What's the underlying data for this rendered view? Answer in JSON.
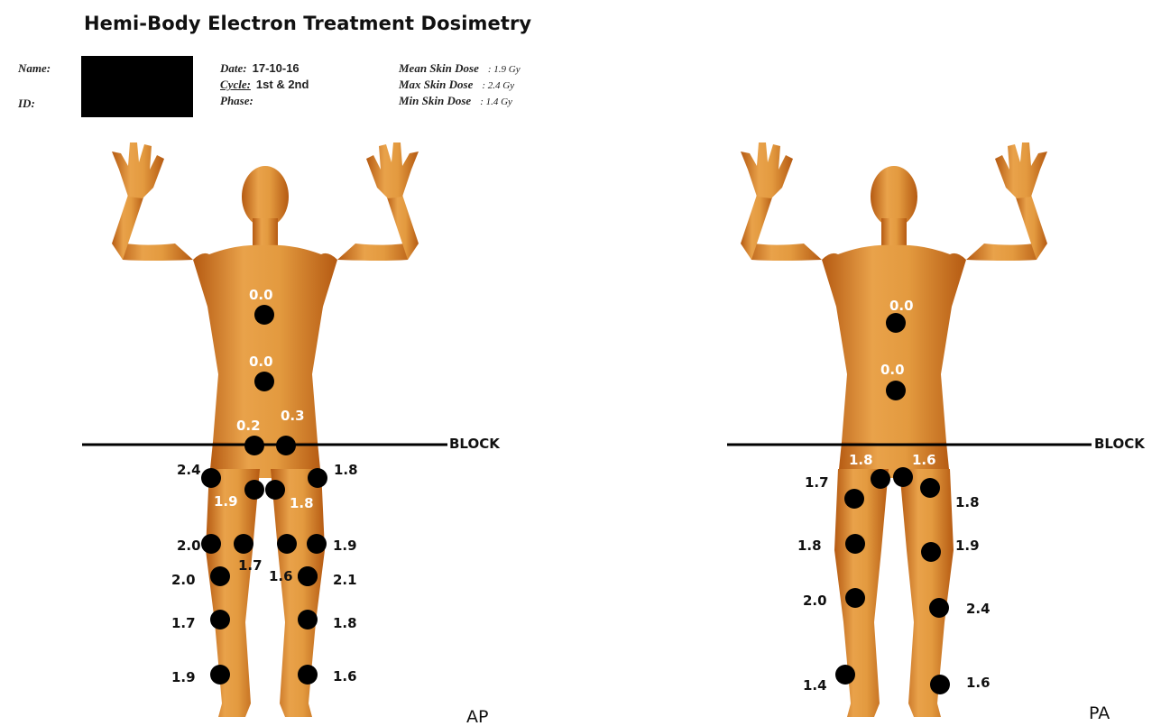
{
  "header": {
    "title": "Hemi-Body Electron Treatment  Dosimetry",
    "name_label": "Name:",
    "id_label": "ID:",
    "date_label": "Date:",
    "date_value": "17-10-16",
    "cycle_label": "Cycle:",
    "cycle_value": "1st & 2nd",
    "phase_label": "Phase:",
    "mean_label": "Mean Skin Dose",
    "mean_value": ":  1.9 Gy",
    "max_label": "Max Skin Dose",
    "max_value": ":  2.4 Gy",
    "min_label": "Min Skin Dose",
    "min_value": ":  1.4 Gy"
  },
  "colors": {
    "skin_light": "#e9a24a",
    "skin_dark": "#b55a12",
    "dot": "#000000"
  },
  "views": [
    {
      "id": "ap",
      "label": "AP",
      "block_label": "BLOCK",
      "points": [
        {
          "value": "0.0",
          "style": "light"
        },
        {
          "value": "0.0",
          "style": "light"
        },
        {
          "value": "0.2",
          "style": "light"
        },
        {
          "value": "0.3",
          "style": "light"
        },
        {
          "value": "2.4",
          "style": "dark"
        },
        {
          "value": "1.9",
          "style": "light"
        },
        {
          "value": "1.8",
          "style": "light"
        },
        {
          "value": "1.8",
          "style": "dark"
        },
        {
          "value": "2.0",
          "style": "dark"
        },
        {
          "value": "1.7",
          "style": "dark"
        },
        {
          "value": "1.9",
          "style": "dark"
        },
        {
          "value": "2.0",
          "style": "dark"
        },
        {
          "value": "1.6",
          "style": "dark"
        },
        {
          "value": "2.1",
          "style": "dark"
        },
        {
          "value": "1.7",
          "style": "dark"
        },
        {
          "value": "1.8",
          "style": "dark"
        },
        {
          "value": "1.9",
          "style": "dark"
        },
        {
          "value": "1.6",
          "style": "dark"
        }
      ]
    },
    {
      "id": "pa",
      "label": "PA",
      "block_label": "BLOCK",
      "points": [
        {
          "value": "0.0",
          "style": "light"
        },
        {
          "value": "0.0",
          "style": "light"
        },
        {
          "value": "1.8",
          "style": "light"
        },
        {
          "value": "1.6",
          "style": "light"
        },
        {
          "value": "1.7",
          "style": "dark"
        },
        {
          "value": "1.8",
          "style": "dark"
        },
        {
          "value": "1.8",
          "style": "dark"
        },
        {
          "value": "1.9",
          "style": "dark"
        },
        {
          "value": "2.0",
          "style": "dark"
        },
        {
          "value": "2.4",
          "style": "dark"
        },
        {
          "value": "1.4",
          "style": "dark"
        },
        {
          "value": "1.6",
          "style": "dark"
        }
      ]
    }
  ]
}
